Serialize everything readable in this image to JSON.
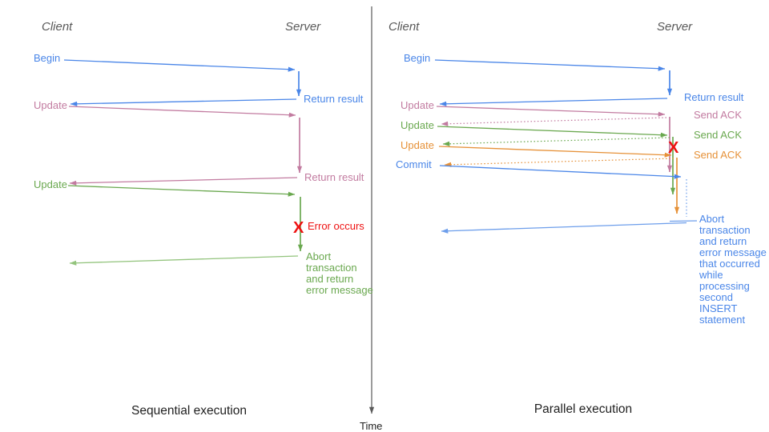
{
  "colors": {
    "blue": "#4a86e8",
    "light_blue": "#6d9eeb",
    "pink": "#c27ba0",
    "green": "#6aa84f",
    "light_green": "#93c47d",
    "orange": "#e69138",
    "red": "#ee1111",
    "gray": "#595959",
    "black": "#1f1f1f"
  },
  "time_axis": {
    "label": "Time"
  },
  "sequential": {
    "title": "Sequential execution",
    "client_header": "Client",
    "server_header": "Server",
    "begin_label": "Begin",
    "return_result_1": "Return result",
    "update1_label": "Update",
    "return_result_2": "Return result",
    "update2_label": "Update",
    "error_marker": "X",
    "error_label": "Error occurs",
    "abort_lines": [
      "Abort",
      "transaction",
      "and return",
      "error message"
    ]
  },
  "parallel": {
    "title": "Parallel execution",
    "client_header": "Client",
    "server_header": "Server",
    "begin_label": "Begin",
    "return_result": "Return result",
    "update1_label": "Update",
    "update2_label": "Update",
    "update3_label": "Update",
    "commit_label": "Commit",
    "send_ack_1": "Send ACK",
    "send_ack_2": "Send ACK",
    "send_ack_3": "Send ACK",
    "error_marker": "X",
    "abort_lines": [
      "Abort",
      "transaction",
      "and return",
      "error message",
      "that occurred",
      "while",
      "processing",
      "second",
      "INSERT",
      "statement"
    ]
  }
}
